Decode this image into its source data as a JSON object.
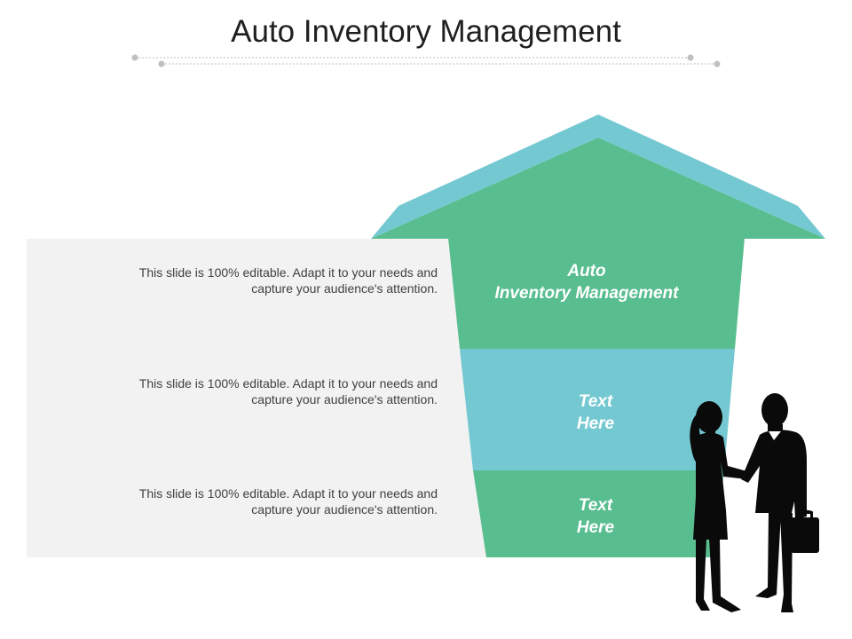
{
  "slide": {
    "title": "Auto Inventory Management"
  },
  "arrow": {
    "top_label_line1": "Auto",
    "top_label_line2": "Inventory Management",
    "middle_label_line1": "Text",
    "middle_label_line2": "Here",
    "bottom_label_line1": "Text",
    "bottom_label_line2": "Here"
  },
  "descriptions": [
    {
      "line1": "This slide is 100% editable. Adapt it to your needs and",
      "line2": "capture your audience's attention."
    },
    {
      "line1": "This slide is 100% editable. Adapt it to your needs and",
      "line2": "capture your audience's attention."
    },
    {
      "line1": "This slide is 100% editable. Adapt it to your needs and",
      "line2": "capture your audience's attention."
    }
  ],
  "colors": {
    "green": "#58bd8f",
    "teal": "#74c8d2",
    "panel": "#f2f2f2",
    "silhouette": "#0a0a0a"
  },
  "icons": [
    "business-people-silhouette-icon",
    "briefcase-icon"
  ]
}
